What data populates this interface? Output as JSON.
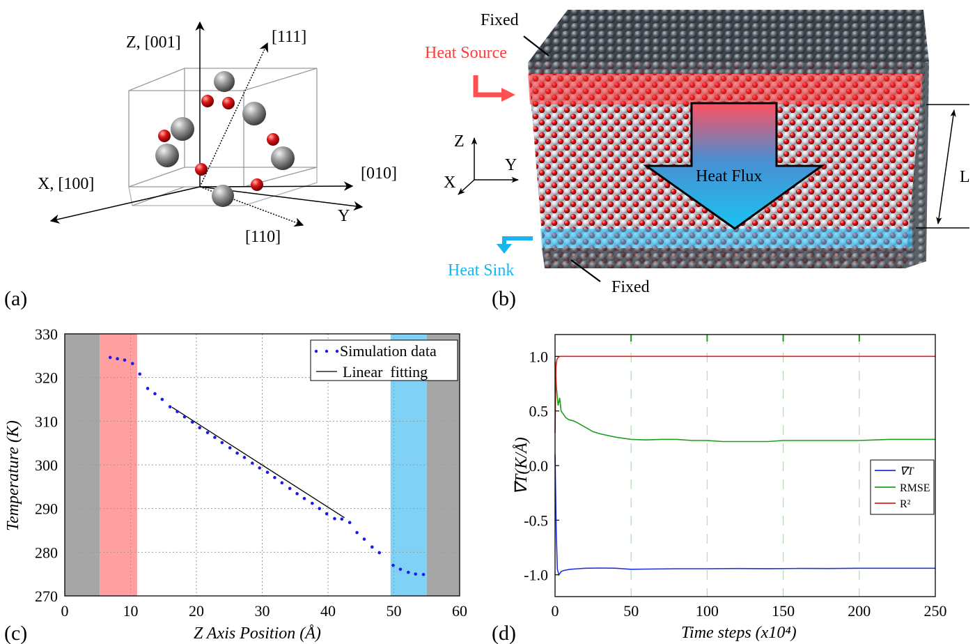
{
  "panel_labels": [
    "(a)",
    "(b)",
    "(c)",
    "(d)"
  ],
  "panel_a": {
    "axis_z": "Z, [001]",
    "axis_111": "[111]",
    "axis_x": "X, [100]",
    "axis_010": "[010]",
    "axis_y": "Y",
    "axis_110": "[110]"
  },
  "panel_b": {
    "fixed_top": "Fixed",
    "fixed_bottom": "Fixed",
    "heat_source": "Heat Source",
    "heat_sink": "Heat Sink",
    "heat_flux": "Heat Flux",
    "length": "L",
    "axis_z": "Z",
    "axis_y": "Y",
    "axis_x": "X",
    "colors": {
      "source": "#ff3b3b",
      "sink": "#1ab4ee",
      "atom_o": "#c81e1e",
      "atom_grey": "#8a9099",
      "fixed": "#4d545c"
    }
  },
  "chart_data": [
    {
      "type": "scatter",
      "panel": "(c)",
      "xlabel": "Z Axis Position (Å)",
      "ylabel": "Temperature (K)",
      "xlim": [
        0,
        60
      ],
      "ylim": [
        270,
        330
      ],
      "xticks": [
        0,
        10,
        20,
        30,
        40,
        50,
        60
      ],
      "yticks": [
        270,
        280,
        290,
        300,
        310,
        320,
        330
      ],
      "grid": true,
      "legend_position": "top-right",
      "regions": [
        {
          "from": 0,
          "to": 5.3,
          "color": "#a6a6a6"
        },
        {
          "from": 5.3,
          "to": 11,
          "color": "#ff9f9f"
        },
        {
          "from": 49.5,
          "to": 55,
          "color": "#7fd2f6"
        },
        {
          "from": 55,
          "to": 60,
          "color": "#a6a6a6"
        }
      ],
      "series": [
        {
          "name": "Simulation data",
          "color": "#1a1aee",
          "x": [
            6.9,
            8.0,
            9.1,
            10.3,
            11.4,
            12.6,
            13.7,
            14.8,
            16.0,
            17.1,
            18.2,
            19.4,
            20.5,
            21.7,
            22.8,
            23.9,
            25.1,
            26.2,
            27.3,
            28.5,
            29.6,
            30.8,
            31.9,
            33.0,
            34.2,
            35.3,
            36.4,
            37.6,
            38.7,
            39.8,
            41.0,
            42.1,
            43.3,
            44.4,
            45.5,
            46.7,
            47.8,
            49.9,
            51.0,
            52.2,
            53.3,
            54.5
          ],
          "y": [
            324.6,
            324.3,
            324.0,
            323.2,
            320.8,
            317.5,
            316.3,
            315.0,
            313.3,
            312.2,
            311.0,
            309.8,
            308.5,
            307.4,
            306.3,
            305.1,
            303.9,
            302.7,
            301.7,
            300.4,
            299.3,
            298.3,
            297.1,
            295.9,
            294.6,
            293.4,
            292.3,
            291.2,
            290.0,
            288.8,
            287.7,
            287.6,
            286.8,
            284.5,
            283.0,
            281.2,
            279.9,
            277.0,
            276.1,
            275.4,
            275.0,
            274.9
          ]
        },
        {
          "name": "Linear  fitting",
          "color": "#000000",
          "x": [
            16.3,
            42.5
          ],
          "y": [
            313.2,
            287.9
          ]
        }
      ]
    },
    {
      "type": "line",
      "panel": "(d)",
      "xlabel": "Time steps (x10⁴)",
      "ylabel": "∇T(K/Å)",
      "xlim": [
        0,
        250
      ],
      "ylim": [
        -1.2,
        1.2
      ],
      "xticks": [
        0,
        50,
        100,
        150,
        200,
        250
      ],
      "yticks": [
        -1.0,
        -0.5,
        0.0,
        0.5,
        1.0
      ],
      "ytick_labels": [
        "-1.0",
        "-0.5",
        "0.0",
        "0.5",
        "1.0"
      ],
      "legend_position": "right",
      "series": [
        {
          "name": "∇T",
          "color": "#2030e0",
          "x": [
            0,
            0.8,
            1.5,
            2.5,
            4,
            6,
            10,
            15,
            20,
            30,
            40,
            50,
            60,
            80,
            100,
            120,
            140,
            160,
            180,
            200,
            220,
            240,
            250
          ],
          "y": [
            0.1,
            -0.6,
            -0.95,
            -1.0,
            -0.97,
            -0.96,
            -0.95,
            -0.945,
            -0.94,
            -0.938,
            -0.94,
            -0.95,
            -0.948,
            -0.945,
            -0.945,
            -0.943,
            -0.944,
            -0.942,
            -0.943,
            -0.94,
            -0.94,
            -0.94,
            -0.94
          ]
        },
        {
          "name": "RMSE",
          "color": "#1e9e1e",
          "x": [
            0,
            1,
            2,
            3,
            4,
            5,
            7,
            9,
            12,
            15,
            20,
            25,
            30,
            40,
            50,
            60,
            70,
            80,
            90,
            100,
            110,
            120,
            130,
            140,
            150,
            160,
            180,
            200,
            220,
            240,
            250
          ],
          "y": [
            0.95,
            0.7,
            0.55,
            0.62,
            0.5,
            0.48,
            0.44,
            0.42,
            0.41,
            0.39,
            0.35,
            0.31,
            0.29,
            0.26,
            0.24,
            0.235,
            0.24,
            0.24,
            0.23,
            0.23,
            0.22,
            0.22,
            0.22,
            0.22,
            0.23,
            0.23,
            0.23,
            0.23,
            0.24,
            0.24,
            0.24
          ]
        },
        {
          "name": "R²",
          "color": "#e02020",
          "x": [
            0,
            0.6,
            1.2,
            2,
            3,
            4,
            6,
            250
          ],
          "y": [
            0.3,
            0.9,
            0.97,
            0.99,
            1.0,
            1.0,
            1.0,
            1.0
          ]
        }
      ]
    }
  ]
}
